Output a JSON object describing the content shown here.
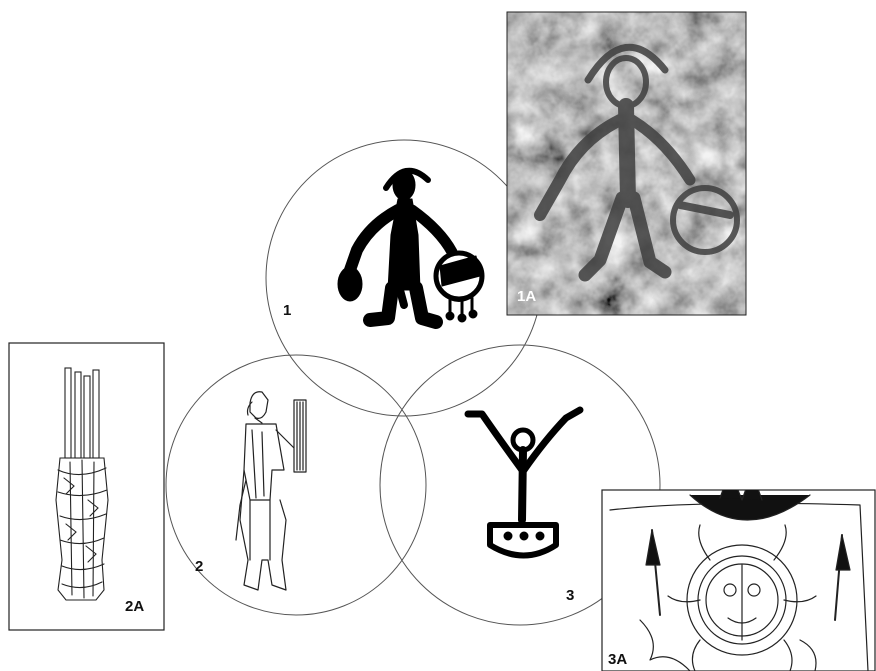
{
  "figure": {
    "labels": {
      "circle_1": "1",
      "circle_2": "2",
      "circle_3": "3",
      "panel_1a": "1A",
      "panel_2a": "2A",
      "panel_3a": "3A"
    }
  }
}
